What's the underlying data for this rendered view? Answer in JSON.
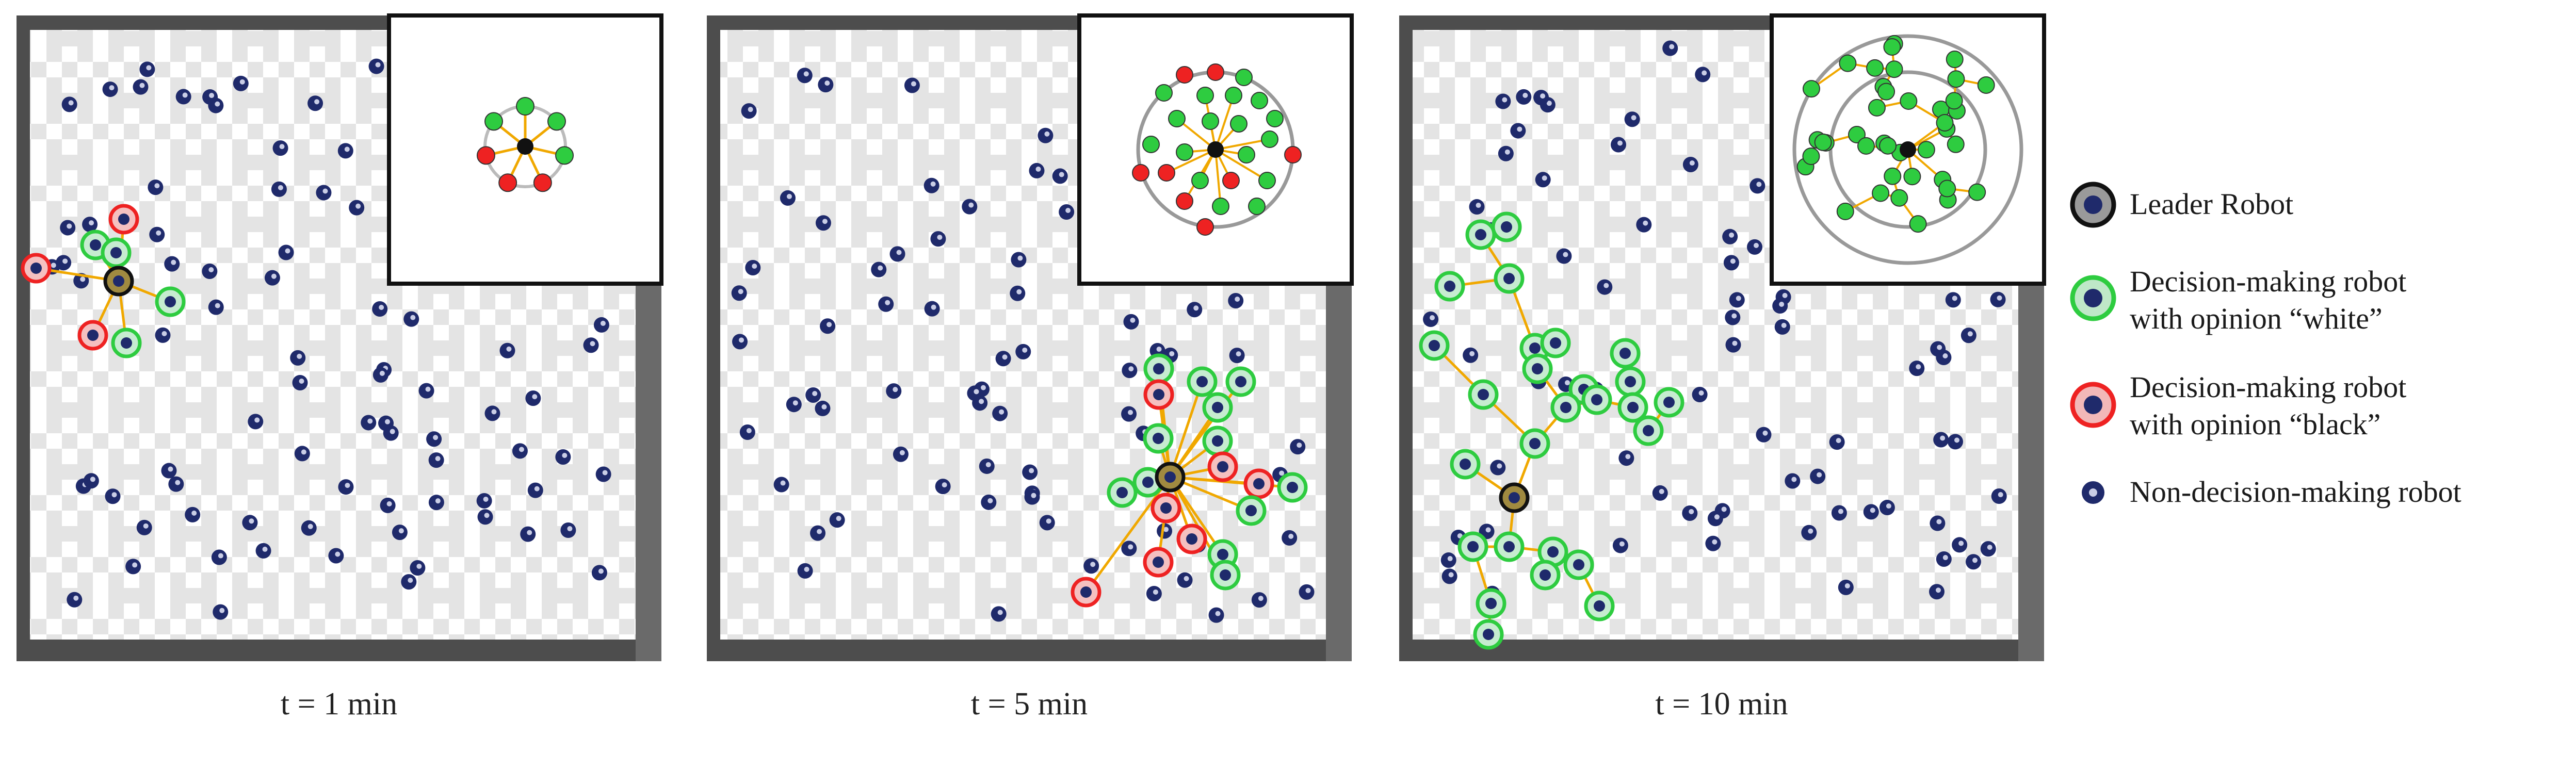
{
  "panels": [
    {
      "caption": "t = 1 min"
    },
    {
      "caption": "t = 5 min"
    },
    {
      "caption": "t = 10 min"
    }
  ],
  "legend": {
    "items": [
      {
        "key": "leader",
        "icon": "leader-robot-icon",
        "line1": "Leader Robot",
        "line2": ""
      },
      {
        "key": "white",
        "icon": "white-opinion-robot-icon",
        "line1": "Decision-making robot",
        "line2": "with opinion “white”"
      },
      {
        "key": "black",
        "icon": "black-opinion-robot-icon",
        "line1": "Decision-making robot",
        "line2": "with opinion “black”"
      },
      {
        "key": "nondm",
        "icon": "non-decision-robot-icon",
        "line1": "Non-decision-making robot",
        "line2": ""
      }
    ]
  },
  "colors": {
    "white_opinion": "#2ecc40",
    "black_opinion": "#ee2222",
    "leader": "#111111",
    "link": "#f0a800",
    "wall": "#555555",
    "tile": "#e2e2e2"
  }
}
